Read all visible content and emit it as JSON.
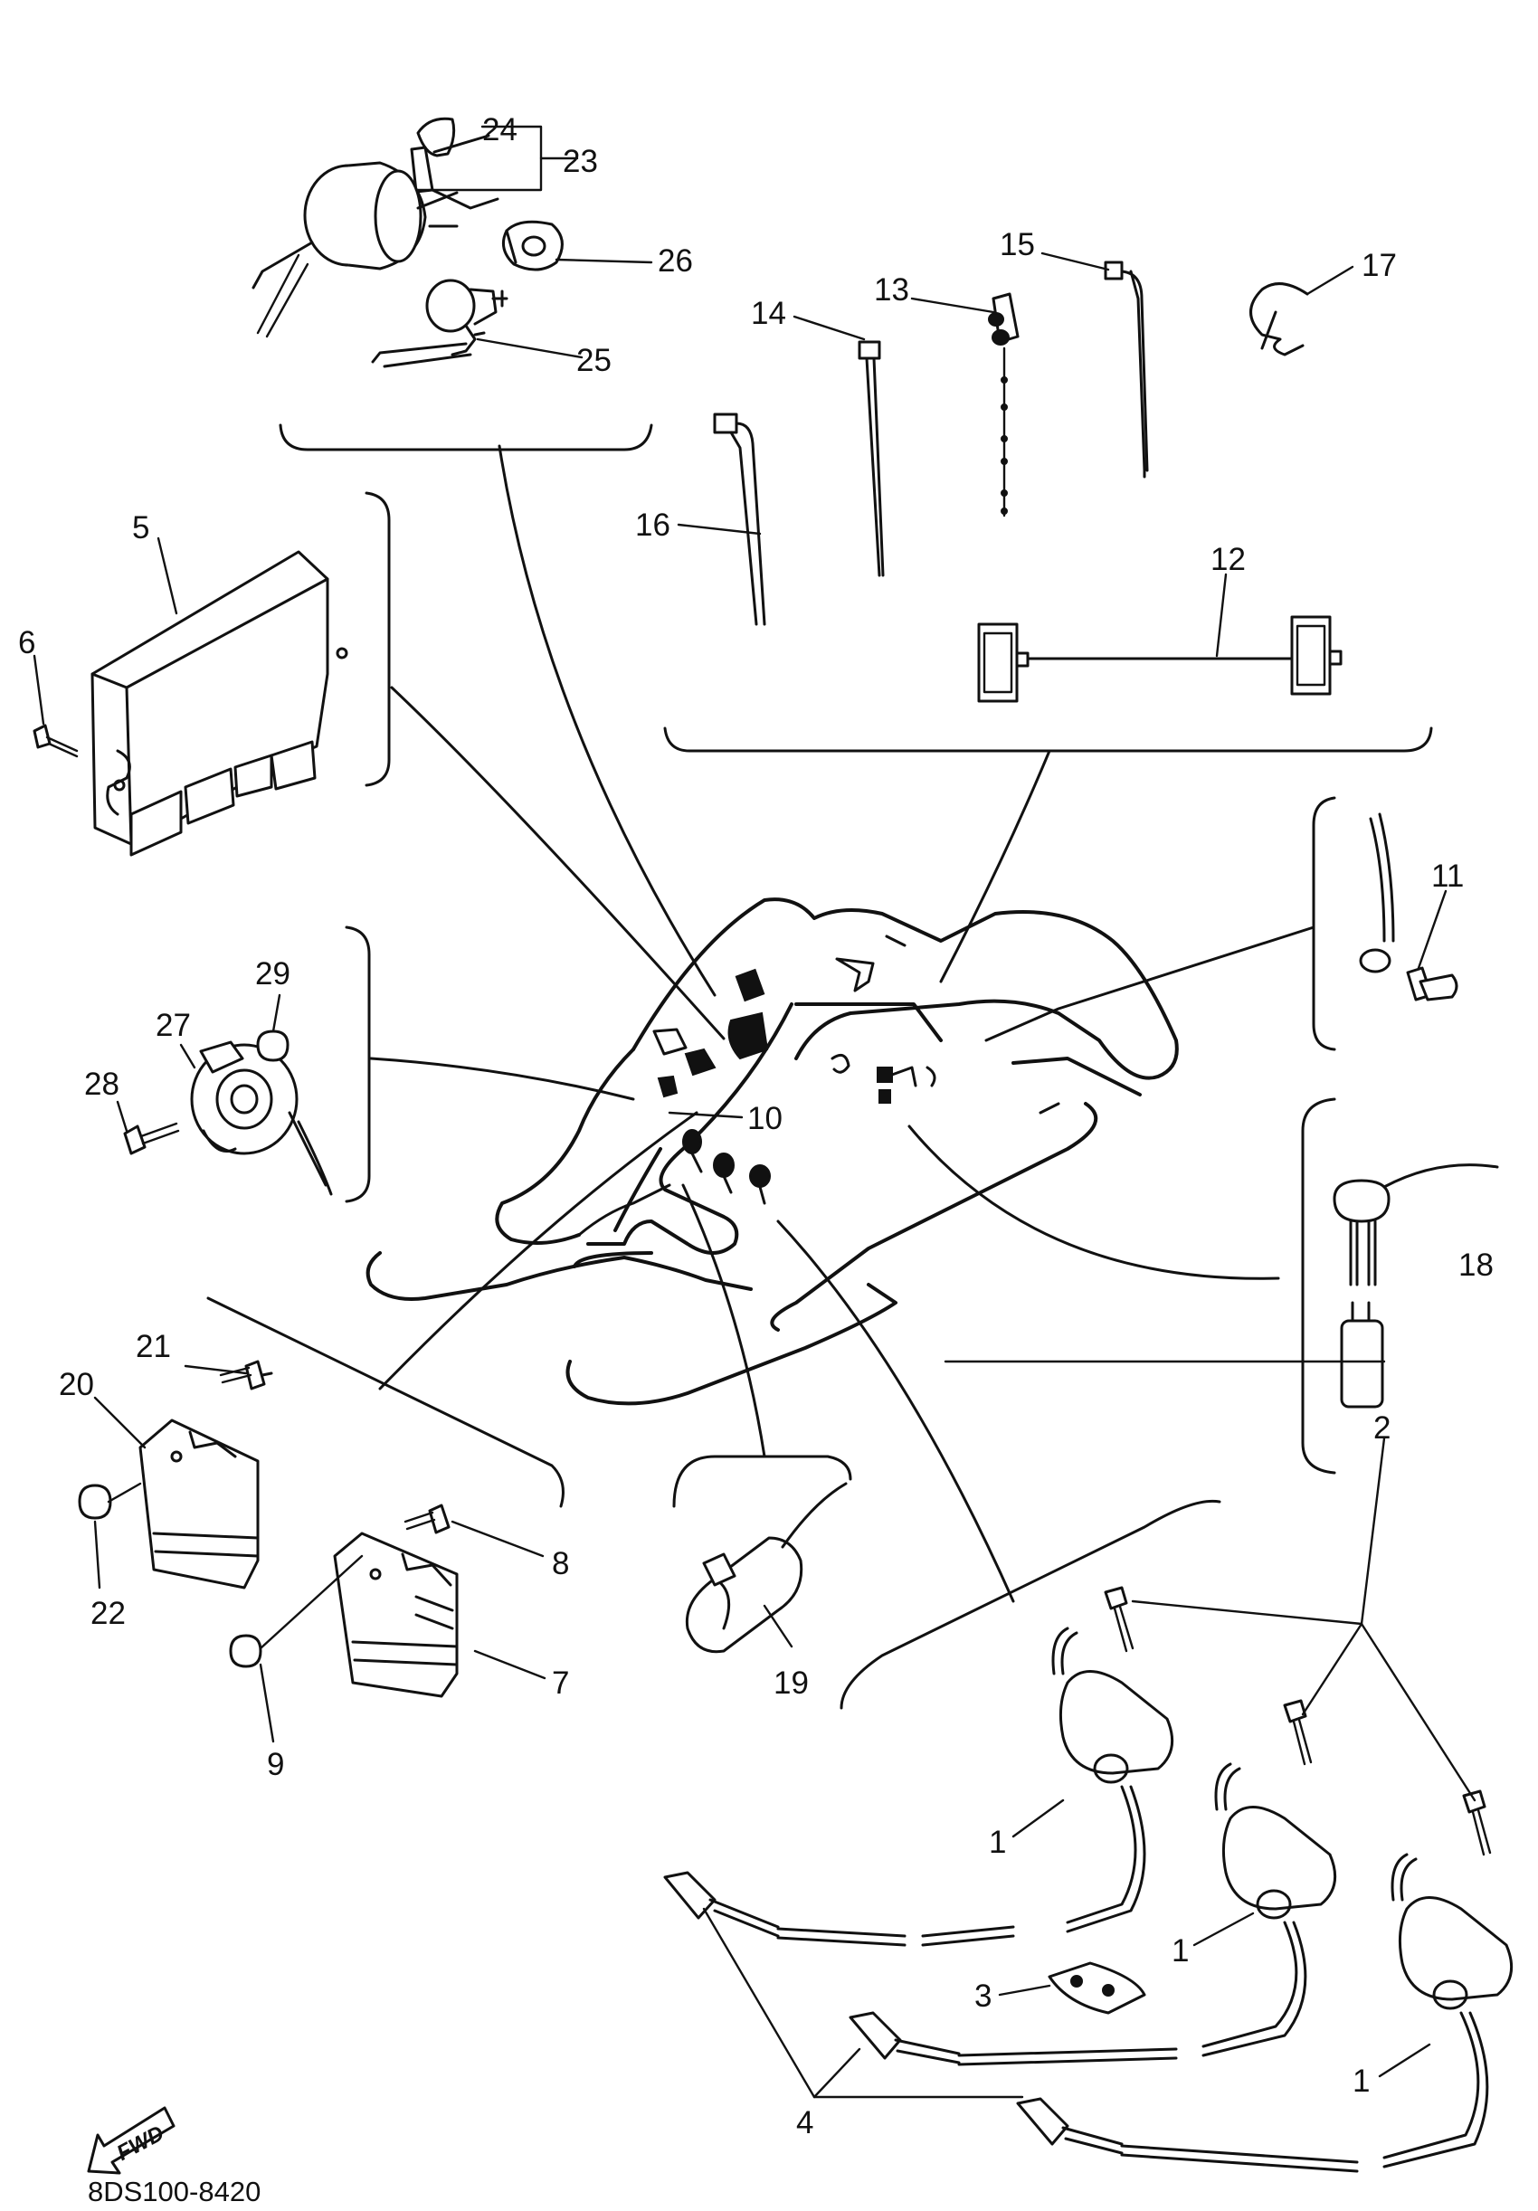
{
  "figure": {
    "code": "8DS100-8420",
    "fwd_label": "FWD",
    "colors": {
      "ink": "#111111",
      "paper": "#ffffff"
    }
  },
  "callouts": [
    {
      "id": "c1a",
      "text": "1"
    },
    {
      "id": "c1b",
      "text": "1"
    },
    {
      "id": "c1c",
      "text": "1"
    },
    {
      "id": "c2",
      "text": "2"
    },
    {
      "id": "c3",
      "text": "3"
    },
    {
      "id": "c4",
      "text": "4"
    },
    {
      "id": "c5",
      "text": "5"
    },
    {
      "id": "c6",
      "text": "6"
    },
    {
      "id": "c7",
      "text": "7"
    },
    {
      "id": "c8",
      "text": "8"
    },
    {
      "id": "c9",
      "text": "9"
    },
    {
      "id": "c10",
      "text": "10"
    },
    {
      "id": "c11",
      "text": "11"
    },
    {
      "id": "c12",
      "text": "12"
    },
    {
      "id": "c13",
      "text": "13"
    },
    {
      "id": "c14",
      "text": "14"
    },
    {
      "id": "c15",
      "text": "15"
    },
    {
      "id": "c16",
      "text": "16"
    },
    {
      "id": "c17",
      "text": "17"
    },
    {
      "id": "c18",
      "text": "18"
    },
    {
      "id": "c19",
      "text": "19"
    },
    {
      "id": "c20",
      "text": "20"
    },
    {
      "id": "c21",
      "text": "21"
    },
    {
      "id": "c22",
      "text": "22"
    },
    {
      "id": "c23",
      "text": "23"
    },
    {
      "id": "c24",
      "text": "24"
    },
    {
      "id": "c25",
      "text": "25"
    },
    {
      "id": "c26",
      "text": "26"
    },
    {
      "id": "c27",
      "text": "27"
    },
    {
      "id": "c28",
      "text": "28"
    },
    {
      "id": "c29",
      "text": "29"
    }
  ]
}
